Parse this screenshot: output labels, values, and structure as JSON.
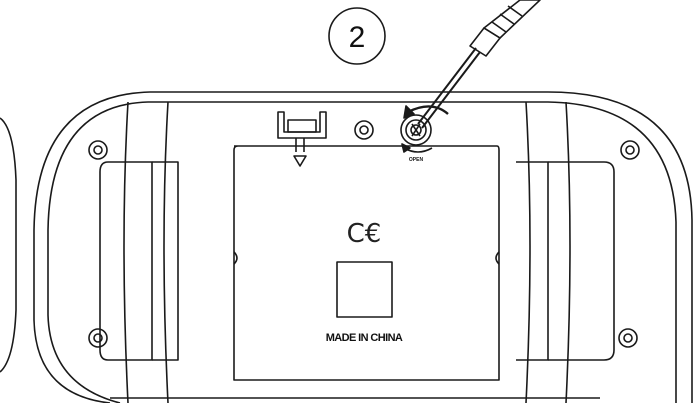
{
  "caption_fragment": "",
  "step_number": "2",
  "ce_mark": "C€",
  "made_in_label": "MADE IN CHINA",
  "open_label": "OPEN",
  "colors": {
    "line": "#1a1a1a",
    "accent": "#e6007e",
    "background": "#ffffff"
  },
  "icons": [
    "screwdriver-icon",
    "rotation-arrow-icon",
    "battery-cover-latch-icon",
    "screw-icon"
  ]
}
